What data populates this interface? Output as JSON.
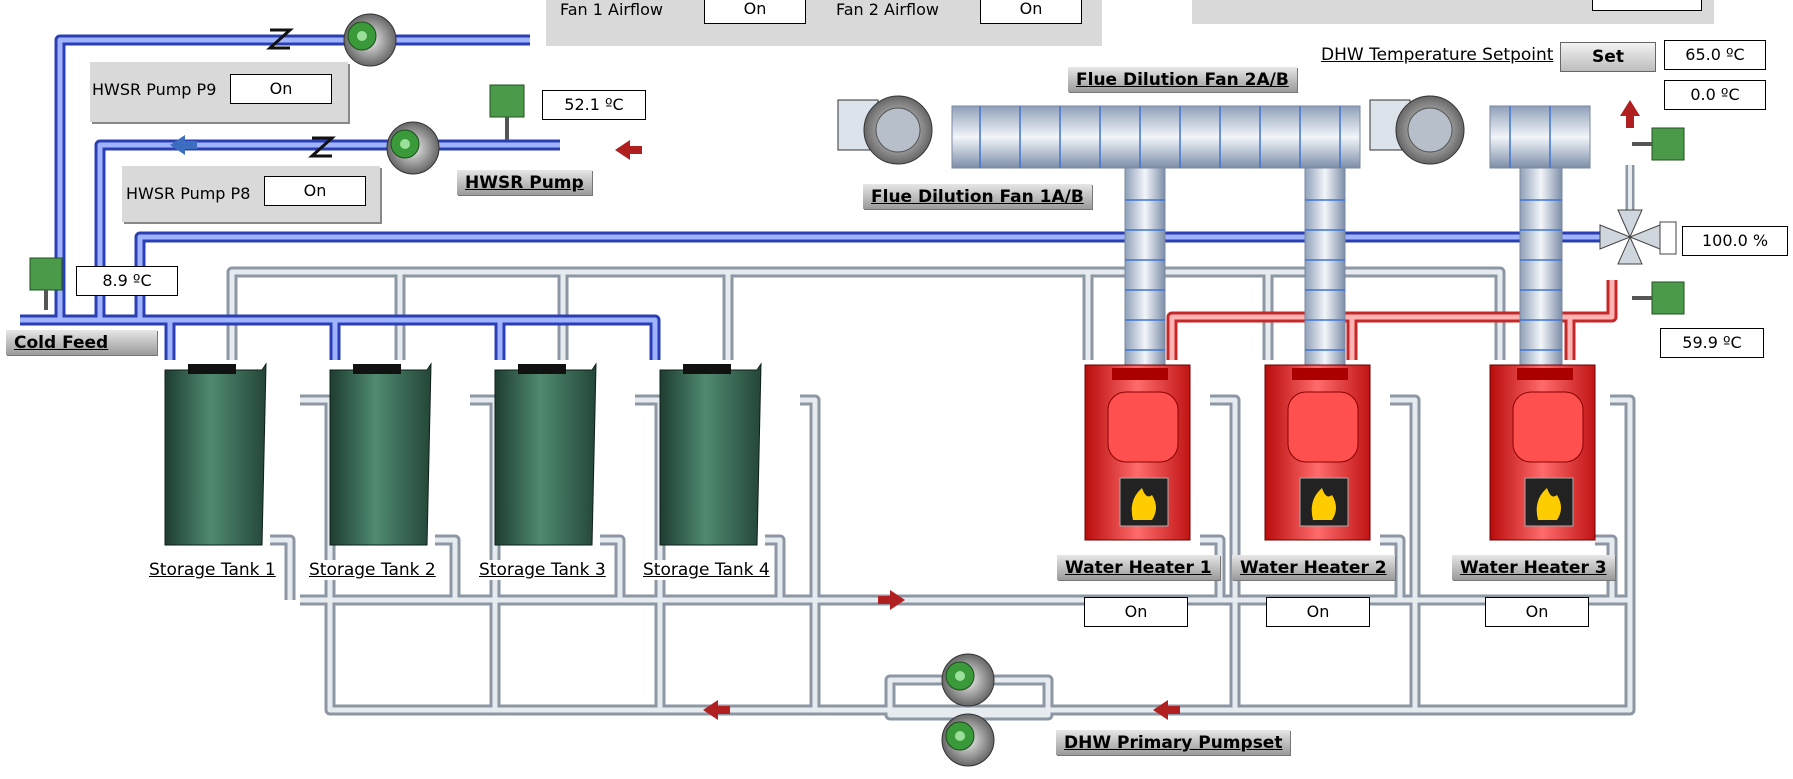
{
  "fans_panel": {
    "fan1_label": "Fan 1 Airflow",
    "fan1_value": "On",
    "fan2_label": "Fan 2 Airflow",
    "fan2_value": "On"
  },
  "dhw_setpoint": {
    "label": "DHW Temperature Setpoint",
    "button": "Set",
    "value": "65.0 ºC",
    "secondary_value": "0.0 ºC"
  },
  "hwsr": {
    "pump_p9_label": "HWSR Pump P9",
    "pump_p9_value": "On",
    "pump_p8_label": "HWSR Pump P8",
    "pump_p8_value": "On",
    "return_temp": "52.1 ºC",
    "pump_title": "HWSR Pump"
  },
  "cold_feed": {
    "title": "Cold Feed",
    "temp": "8.9 ºC"
  },
  "flue": {
    "fan_1ab": "Flue Dilution Fan 1A/B",
    "fan_2ab": "Flue Dilution Fan 2A/B"
  },
  "valve": {
    "position": "100.0 %",
    "flow_temp": "59.9 ºC"
  },
  "storage_tanks": [
    "Storage Tank 1",
    "Storage Tank 2",
    "Storage Tank 3",
    "Storage Tank 4"
  ],
  "water_heaters": [
    {
      "name": "Water Heater 1",
      "status": "On"
    },
    {
      "name": "Water Heater 2",
      "status": "On"
    },
    {
      "name": "Water Heater 3",
      "status": "On"
    }
  ],
  "primary_pumpset": "DHW Primary Pumpset",
  "colors": {
    "cold_pipe": "#3355cc",
    "hot_pipe": "#cc3333",
    "neutral_pipe": "#b8c2cc",
    "tank": "#2f5a48",
    "heater": "#e02020",
    "sensor": "#3f8f3f"
  }
}
